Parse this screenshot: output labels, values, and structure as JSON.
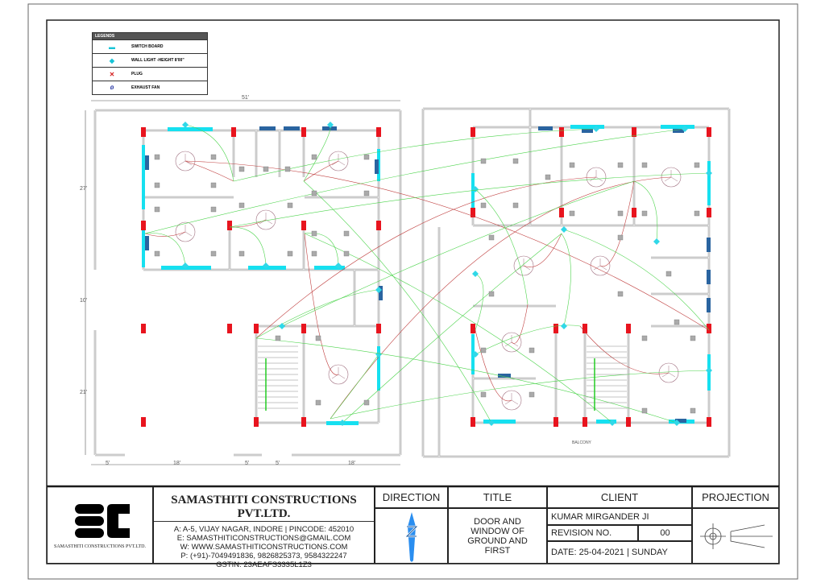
{
  "legend": {
    "title": "LEGENDS",
    "items": [
      {
        "label": "SWITCH BOARD",
        "icon": "switch-board-icon",
        "color": "#16c3d6"
      },
      {
        "label": "WALL LIGHT -HEIGHT 8'00\"",
        "icon": "wall-light-icon",
        "color": "#16c3d6"
      },
      {
        "label": "PLUG",
        "icon": "plug-icon",
        "color": "#d42020"
      },
      {
        "label": "EXHAUST FAN",
        "icon": "exhaust-fan-icon",
        "color": "#2030a0"
      }
    ]
  },
  "dimensions": {
    "top": "51'",
    "left": [
      "27'",
      "10'",
      "21'"
    ],
    "bottom": [
      "5'",
      "18'",
      "5'",
      "5'",
      "18'"
    ]
  },
  "plan_labels": {
    "balcony": "BALCONY"
  },
  "title_block": {
    "logo_text": "SAMASTHITI CONSTRUCTIONS PVT.LTD.",
    "company": "SAMASTHITI CONSTRUCTIONS PVT.LTD.",
    "address": "A: A-5, VIJAY NAGAR, INDORE | PINCODE: 452010",
    "email": "E: SAMASTHITICONSTRUCTIONS@GMAIL.COM",
    "web": "W: WWW.SAMASTHITICONSTRUCTIONS.COM",
    "phone": "P: (+91)-7049491836, 9826825373, 9584322247",
    "gstin": "GSTIN: 23AEAFS3335L1Z3",
    "direction_label": "DIRECTION",
    "title_label": "TITLE",
    "title_value": "DOOR AND WINDOW OF GROUND AND FIRST",
    "client_label": "CLIENT",
    "client_value": "KUMAR MIRGANDER JI",
    "revision_label": "REVISION NO.",
    "revision_value": "00",
    "date": "DATE: 25-04-2021 | SUNDAY",
    "projection_label": "PROJECTION"
  },
  "colors": {
    "wire": "#4cd44c",
    "window": "#16e0f0",
    "column": "#e8141e",
    "door": "#2a64a0",
    "wall": "#999999"
  }
}
